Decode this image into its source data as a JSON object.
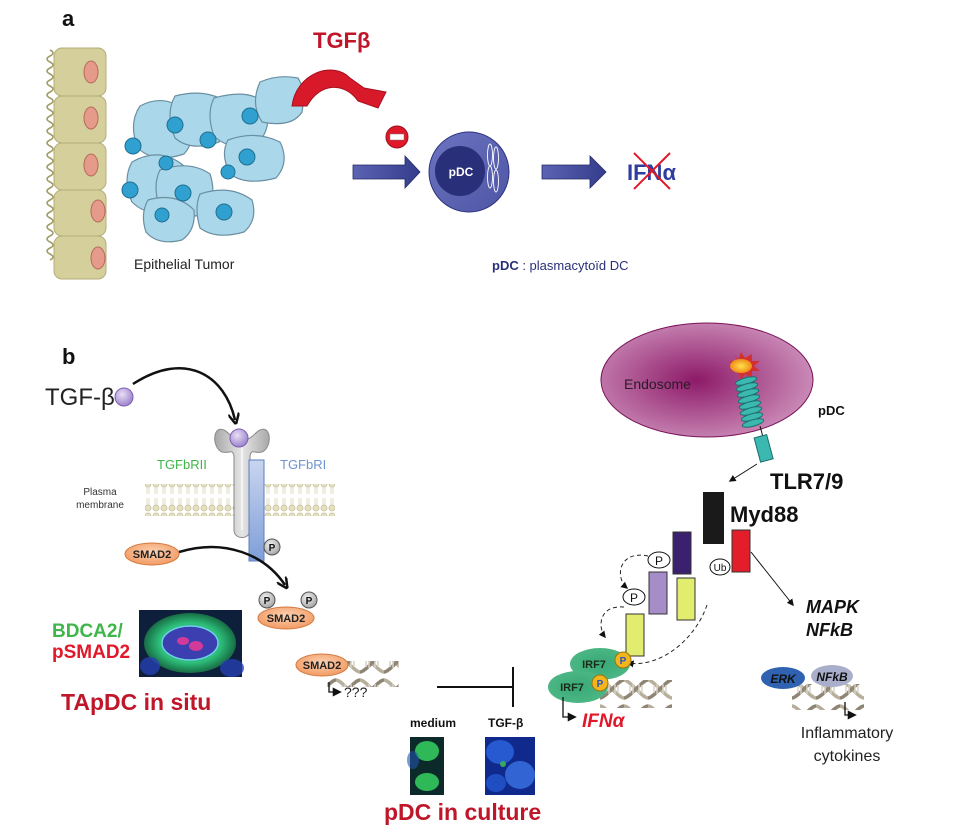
{
  "panel_a": {
    "label": "a",
    "tumor_label": "Epithelial Tumor",
    "tgf_label": "TGFβ",
    "pdc_cell_label": "pDC",
    "ifn_label": "IFNα",
    "legend_abbrev": "pDC",
    "legend_def": " : plasmacytoïd DC",
    "colors": {
      "tgf_red": "#d7192a",
      "arrow_blue": "#3d4595",
      "pdc_outer": "#5a63b0",
      "pdc_inner": "#2a2f7a",
      "epithelium": "#d4cf9b",
      "tumor_cell": "#aad8ea",
      "tumor_nucleus": "#2fa0cf"
    }
  },
  "panel_b": {
    "label": "b",
    "tgf_ligand_label": "TGF-β",
    "receptor2_label": "TGFbRII",
    "receptor1_label": "TGFbRI",
    "membrane_label_line1": "Plasma",
    "membrane_label_line2": "membrane",
    "phospho_label": "P",
    "smad2_label": "SMAD2",
    "stain_label_line1": "BDCA2/",
    "stain_label_line2": "pSMAD2",
    "in_situ_title": "TApDC in situ",
    "smad2_target": "???",
    "culture_medium_label": "medium",
    "culture_tgf_label": "TGF-β",
    "culture_title": "pDC in culture",
    "endosome_label": "Endosome",
    "pdc_label": "pDC",
    "tlr_label": "TLR7/9",
    "myd88_label": "Myd88",
    "ub_label": "Ub",
    "irf7_label": "IRF7",
    "ifn_label": "IFNα",
    "mapk_label": "MAPK",
    "nfkb_label": "NFkB",
    "erk_label": "ERK",
    "nfkb_tf_label": "NFkB",
    "cytokines_line1": "Inflammatory",
    "cytokines_line2": "cytokines",
    "colors": {
      "green_text": "#3fb54a",
      "red_text": "#d7192a",
      "blue_text": "#6e95d0",
      "smad_orange": "#f6b48a",
      "endosome": "#9c2a78",
      "tlr_teal": "#3bb8b0",
      "myd88_black": "#1a1a1a",
      "red_box": "#e31e2a",
      "purple_box": "#3b2070",
      "lilac_box": "#a78dc8",
      "yellow_box": "#e2ec6f",
      "irf7_green": "#2e9e6f",
      "erk_blue": "#2f62b0",
      "nfkb_grey": "#a9aecb"
    }
  }
}
